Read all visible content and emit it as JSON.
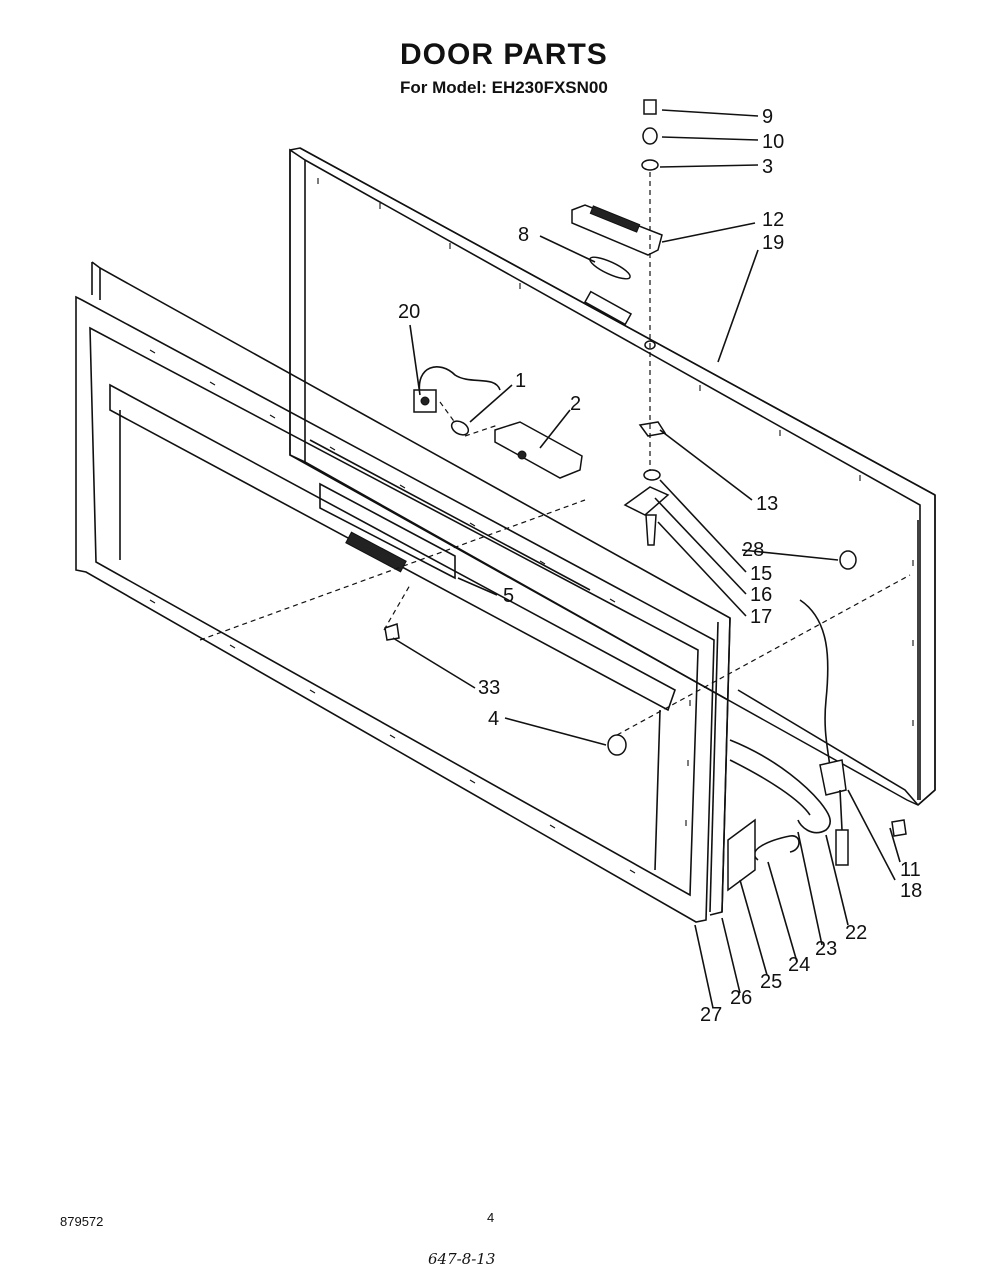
{
  "header": {
    "title": "DOOR PARTS",
    "model_line": "For Model: EH230FXSN00"
  },
  "footer": {
    "doc_number": "879572",
    "page_number": "4",
    "handwritten_code": "647-8-13"
  },
  "callouts": [
    {
      "id": "c9",
      "text": "9"
    },
    {
      "id": "c10",
      "text": "10"
    },
    {
      "id": "c3",
      "text": "3"
    },
    {
      "id": "c12",
      "text": "12"
    },
    {
      "id": "c19",
      "text": "19"
    },
    {
      "id": "c8",
      "text": "8"
    },
    {
      "id": "c20",
      "text": "20"
    },
    {
      "id": "c1",
      "text": "1"
    },
    {
      "id": "c2",
      "text": "2"
    },
    {
      "id": "c13",
      "text": "13"
    },
    {
      "id": "c28",
      "text": "28"
    },
    {
      "id": "c15",
      "text": "15"
    },
    {
      "id": "c16",
      "text": "16"
    },
    {
      "id": "c17",
      "text": "17"
    },
    {
      "id": "c5",
      "text": "5"
    },
    {
      "id": "c33",
      "text": "33"
    },
    {
      "id": "c4",
      "text": "4"
    },
    {
      "id": "c11",
      "text": "11"
    },
    {
      "id": "c18",
      "text": "18"
    },
    {
      "id": "c22",
      "text": "22"
    },
    {
      "id": "c23",
      "text": "23"
    },
    {
      "id": "c24",
      "text": "24"
    },
    {
      "id": "c25",
      "text": "25"
    },
    {
      "id": "c26",
      "text": "26"
    },
    {
      "id": "c27",
      "text": "27"
    }
  ]
}
